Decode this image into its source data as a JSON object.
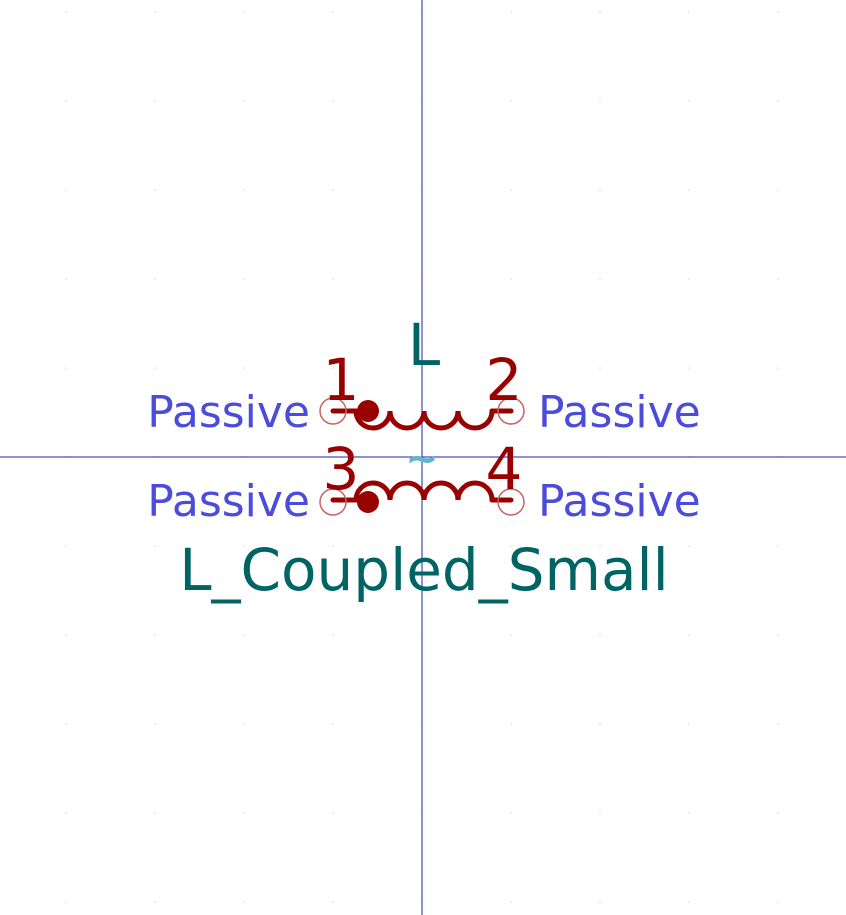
{
  "symbol": {
    "reference": "L",
    "value": "L_Coupled_Small",
    "coupling_symbol": "~"
  },
  "pins": [
    {
      "number": "1",
      "type": "Passive"
    },
    {
      "number": "2",
      "type": "Passive"
    },
    {
      "number": "3",
      "type": "Passive"
    },
    {
      "number": "4",
      "type": "Passive"
    }
  ],
  "colors": {
    "background": "#ffffff",
    "axis": "#1f1fb4",
    "body": "#990000",
    "pin_number": "#990000",
    "pin_type": "#4b4bdc",
    "field_text": "#006464",
    "coupling": "#64b4c8",
    "pin_end": "#c86464"
  }
}
